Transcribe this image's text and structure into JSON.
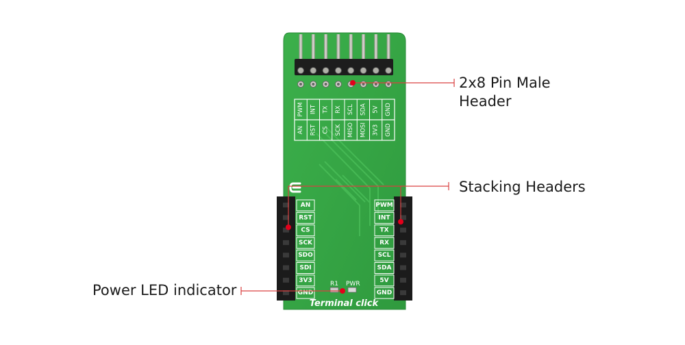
{
  "callouts": {
    "header": "2x8 Pin Male Header",
    "stacking": "Stacking Headers",
    "led": "Power LED indicator"
  },
  "board": {
    "name": "Terminal click",
    "top_labels_row1": [
      "PWM",
      "INT",
      "TX",
      "RX",
      "SCL",
      "SDA",
      "5V",
      "GND"
    ],
    "top_labels_row2": [
      "AN",
      "RST",
      "CS",
      "SCK",
      "MISO",
      "MOSI",
      "3V3",
      "GND"
    ],
    "left_header_labels": [
      "AN",
      "RST",
      "CS",
      "SCK",
      "SDO",
      "SDI",
      "3V3",
      "GND"
    ],
    "right_header_labels": [
      "PWM",
      "INT",
      "TX",
      "RX",
      "SCL",
      "SDA",
      "5V",
      "GND"
    ],
    "resistor_label": "R1",
    "power_label": "PWR"
  },
  "colors": {
    "board": "#35a845",
    "board_dark": "#2a8a38",
    "silkscreen": "#ffffff",
    "marker": "#e3001b",
    "header_black": "#1b1b1b",
    "pin_metal": "#b8b8b0"
  }
}
